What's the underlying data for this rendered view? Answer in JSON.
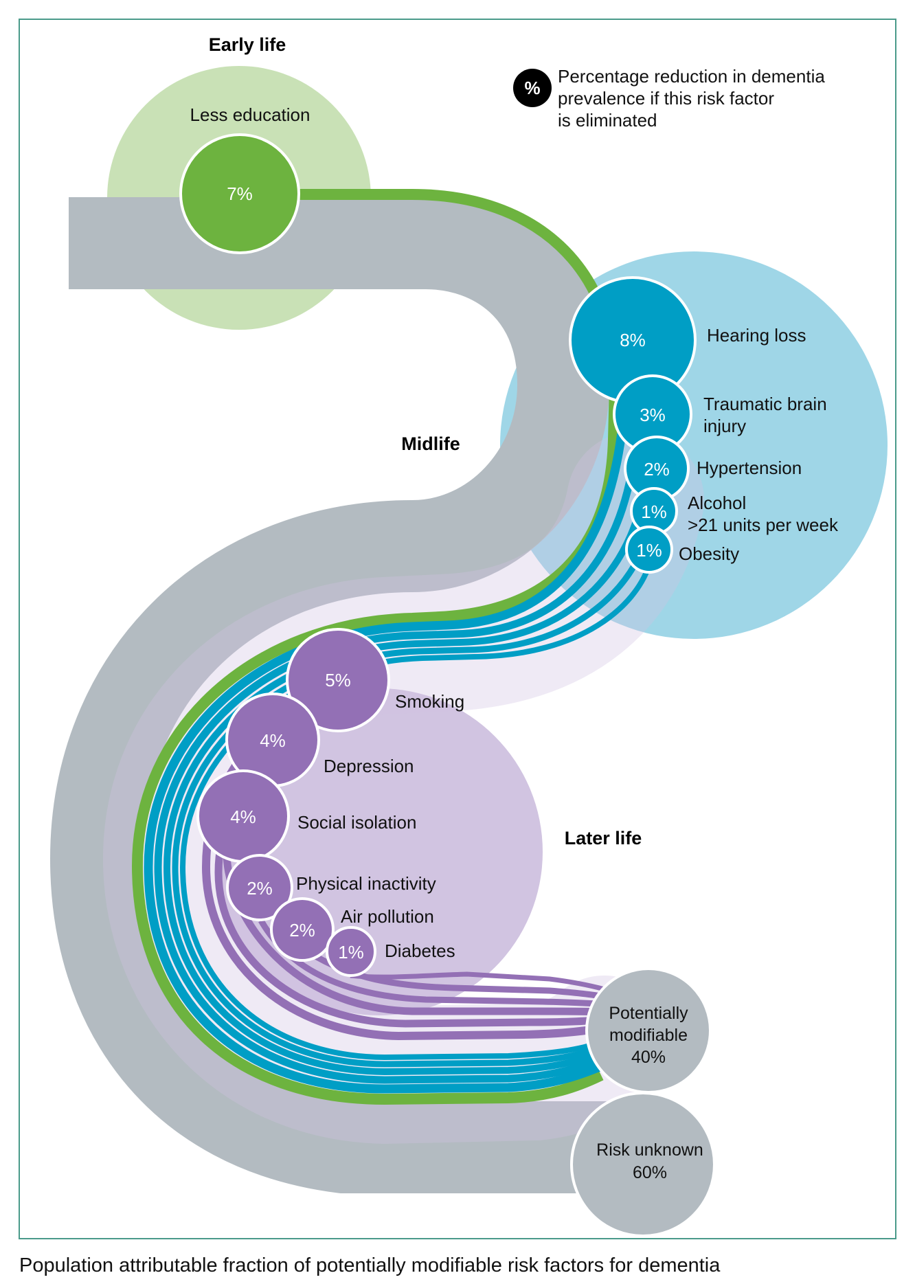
{
  "caption": "Population attributable fraction of potentially modifiable risk factors for dementia",
  "legend": {
    "symbol": "%",
    "lines": [
      "Percentage reduction in dementia",
      "prevalence if this risk factor",
      "is eliminated"
    ]
  },
  "stages": {
    "early": "Early life",
    "mid": "Midlife",
    "later": "Later life"
  },
  "factors": {
    "less_education": {
      "label": [
        "Less education"
      ],
      "value": "7%"
    },
    "hearing_loss": {
      "label": [
        "Hearing loss"
      ],
      "value": "8%"
    },
    "tbi": {
      "label": [
        "Traumatic brain",
        "injury"
      ],
      "value": "3%"
    },
    "hypertension": {
      "label": [
        "Hypertension"
      ],
      "value": "2%"
    },
    "alcohol": {
      "label": [
        "Alcohol",
        ">21 units per week"
      ],
      "value": "1%"
    },
    "obesity": {
      "label": [
        "Obesity"
      ],
      "value": "1%"
    },
    "smoking": {
      "label": [
        "Smoking"
      ],
      "value": "5%"
    },
    "depression": {
      "label": [
        "Depression"
      ],
      "value": "4%"
    },
    "social_isolation": {
      "label": [
        "Social isolation"
      ],
      "value": "4%"
    },
    "physical_inactivity": {
      "label": [
        "Physical inactivity"
      ],
      "value": "2%"
    },
    "air_pollution": {
      "label": [
        "Air pollution"
      ],
      "value": "2%"
    },
    "diabetes": {
      "label": [
        "Diabetes"
      ],
      "value": "1%"
    }
  },
  "outcomes": {
    "modifiable": {
      "lines": [
        "Potentially",
        "modifiable",
        "40%"
      ]
    },
    "unknown": {
      "lines": [
        "Risk unknown",
        "60%"
      ]
    }
  },
  "colors": {
    "frame": "#4a9a8a",
    "early_bg": "#c9e1b6",
    "early": "#6db33f",
    "mid_bg": "#9fd6e7",
    "mid": "#009ec5",
    "later_bg": "#d1c4e1",
    "later": "#9370b5",
    "gray": "#b3bbc1"
  }
}
